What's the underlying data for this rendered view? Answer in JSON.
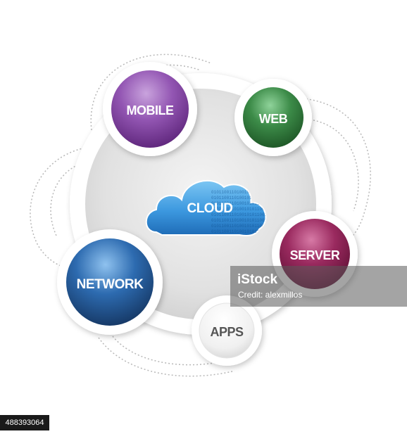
{
  "center": {
    "label": "CLOUD",
    "binary_pattern": "0101100110100101011001101001010110011010010101100110100101"
  },
  "nodes": {
    "mobile": {
      "label": "MOBILE",
      "color": "#7d3f9a"
    },
    "web": {
      "label": "WEB",
      "color": "#2f7a3c"
    },
    "server": {
      "label": "SERVER",
      "color": "#7e1d4a"
    },
    "network": {
      "label": "NETWORK",
      "color": "#1f4f8c"
    },
    "apps": {
      "label": "APPS",
      "color": "#f2f2f2"
    }
  },
  "cloud_color": "#3b9be0",
  "watermark": {
    "logo": "iStock",
    "credit": "Credit: alexmillos"
  },
  "stock_id": "488393064"
}
